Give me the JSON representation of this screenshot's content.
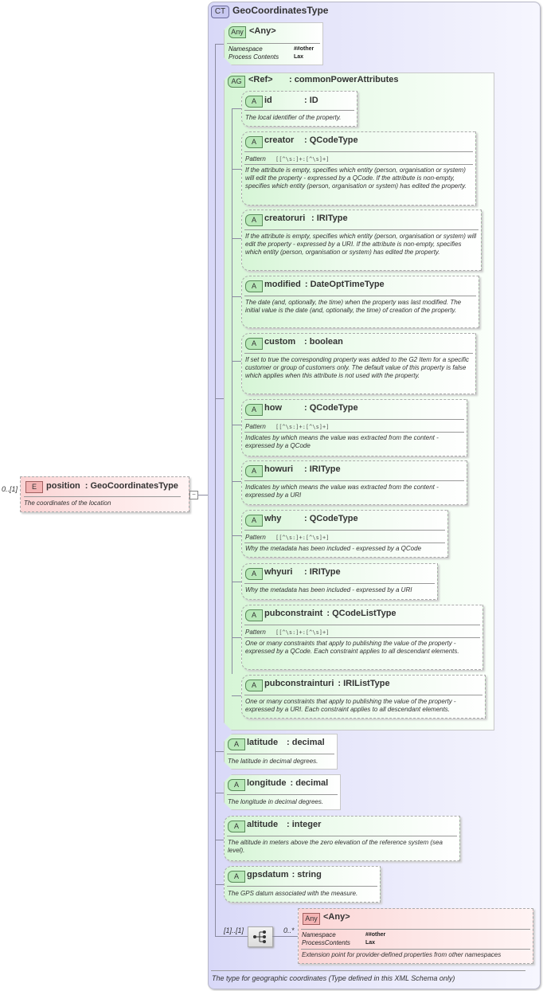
{
  "element": {
    "badge": "E",
    "name": "position",
    "type": ": GeoCoordinatesType",
    "occurrence": "0..[1]",
    "description": "The coordinates of the location"
  },
  "complex_type": {
    "badge": "CT",
    "title": "GeoCoordinatesType",
    "footer": "The type for geographic coordinates (Type defined in this XML Schema only)"
  },
  "any_top": {
    "badge": "Any",
    "title": "<Any>",
    "namespace_label": "Namespace",
    "namespace_value": "##other",
    "process_label": "Process Contents",
    "process_value": "Lax"
  },
  "attribute_group": {
    "badge": "AG",
    "title": "<Ref>",
    "type": ": commonPowerAttributes",
    "attributes": [
      {
        "name": "id",
        "type": ": ID",
        "description": "The local identifier of the property."
      },
      {
        "name": "creator",
        "type": ": QCodeType",
        "pattern_label": "Pattern",
        "pattern": "[[^\\s:]+:[^\\s]+]",
        "description": "If the attribute is empty, specifies which entity (person, organisation or system) will edit the property - expressed by a QCode. If the attribute is non-empty, specifies which entity (person, organisation or system) has edited the property."
      },
      {
        "name": "creatoruri",
        "type": ": IRIType",
        "description": "If the attribute is empty, specifies which entity (person, organisation or system) will edit the property - expressed by a URI. If the attribute is non-empty, specifies which entity (person, organisation or system) has edited the property."
      },
      {
        "name": "modified",
        "type": ": DateOptTimeType",
        "description": "The date (and, optionally, the time) when the property was last modified. The initial value is the date (and, optionally, the time) of creation of the property."
      },
      {
        "name": "custom",
        "type": ": boolean",
        "description": "If set to true the corresponding property was added to the G2 Item for a specific customer or group of customers only. The default value of this property is false which applies when this attribute is not used with the property."
      },
      {
        "name": "how",
        "type": ": QCodeType",
        "pattern_label": "Pattern",
        "pattern": "[[^\\s:]+:[^\\s]+]",
        "description": "Indicates by which means the value was extracted from the content - expressed by a QCode"
      },
      {
        "name": "howuri",
        "type": ": IRIType",
        "description": "Indicates by which means the value was extracted from the content - expressed by a URI"
      },
      {
        "name": "why",
        "type": ": QCodeType",
        "pattern_label": "Pattern",
        "pattern": "[[^\\s:]+:[^\\s]+]",
        "description": "Why the metadata has been included - expressed by a QCode"
      },
      {
        "name": "whyuri",
        "type": ": IRIType",
        "description": "Why the metadata has been included - expressed by a URI"
      },
      {
        "name": "pubconstraint",
        "type": ": QCodeListType",
        "pattern_label": "Pattern",
        "pattern": "[[^\\s:]+:[^\\s]+]",
        "description": "One or many constraints that apply to publishing the value of the property - expressed by a QCode. Each constraint applies to all descendant elements."
      },
      {
        "name": "pubconstrainturi",
        "type": ": IRIListType",
        "description": "One or many constraints that apply to publishing the value of the property - expressed by a URI. Each constraint applies to all descendant elements."
      }
    ]
  },
  "attributes": [
    {
      "badge": "A",
      "name": "latitude",
      "type": ": decimal",
      "description": "The latitude in decimal degrees."
    },
    {
      "badge": "A",
      "name": "longitude",
      "type": ": decimal",
      "description": "The longitude in decimal degrees."
    },
    {
      "badge": "A",
      "name": "altitude",
      "type": ": integer",
      "description": "The altitude in meters above the zero elevation of the reference system (sea level)."
    },
    {
      "badge": "A",
      "name": "gpsdatum",
      "type": ": string",
      "description": "The GPS datum associated with the measure."
    }
  ],
  "sequence": {
    "occurrence": "[1]..[1]",
    "child_occurrence": "0..*"
  },
  "any_bottom": {
    "badge": "Any",
    "title": "<Any>",
    "namespace_label": "Namespace",
    "namespace_value": "##other",
    "process_label": "ProcessContents",
    "process_value": "Lax",
    "description": "Extension point for provider-defined properties from other namespaces"
  },
  "badge_labels": {
    "attribute": "A"
  },
  "colors": {
    "element_fill": "#fbd4d4",
    "attribute_fill": "#d6f5d6",
    "complex_type_fill": "#e0e0fa"
  }
}
